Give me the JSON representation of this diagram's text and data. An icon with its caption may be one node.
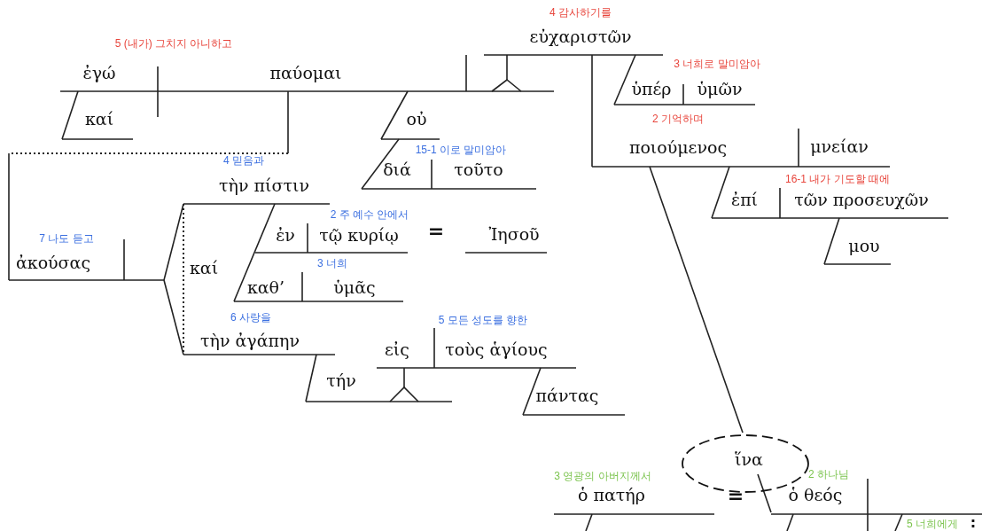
{
  "diagram": {
    "nodes": [
      {
        "text": [
          "εὐχαριστῶν"
        ],
        "beside": [
          "4 감사하기를"
        ]
      },
      {
        "text": [
          "ἐγώ"
        ],
        "beside": [
          "5 (내가) 그치지 아니하고"
        ]
      },
      {
        "text": [
          "παύομαι"
        ]
      },
      {
        "text": [
          "καί"
        ]
      },
      {
        "text": [
          "οὐ"
        ]
      },
      {
        "text": [
          "ὑπέρ"
        ],
        "beside": [
          "3 너희로 말미암아"
        ]
      },
      {
        "text": [
          "ὑμῶν"
        ]
      },
      {
        "text": [
          "διά"
        ],
        "beside": [
          "15-1 이로 말미암아"
        ]
      },
      {
        "text": [
          "τοῦτο"
        ]
      },
      {
        "text": [
          "ποιούμενος"
        ],
        "beside": [
          "2 기억하며"
        ]
      },
      {
        "text": [
          "μνείαν"
        ]
      },
      {
        "text": [
          "τὴν πίστιν"
        ],
        "beside": [
          "4 믿음과"
        ]
      },
      {
        "text": [
          "ἐπί"
        ]
      },
      {
        "text": [
          "τῶν προσευχῶν"
        ],
        "beside": [
          "16-1 내가 기도할 때에"
        ]
      },
      {
        "text": [
          "ἐν"
        ]
      },
      {
        "text": [
          "τῷ κυρίῳ"
        ],
        "beside": [
          "2 주 예수 안에서"
        ]
      },
      {
        "text": [
          "Ἰησοῦ"
        ]
      },
      {
        "text": [
          "ἀκούσας"
        ],
        "beside": [
          "7 나도 듣고"
        ]
      },
      {
        "text": [
          "καί"
        ]
      },
      {
        "text": [
          "μου"
        ]
      },
      {
        "text": [
          "καθ’"
        ]
      },
      {
        "text": [
          "ὑμᾶς"
        ],
        "beside": [
          "3 너희"
        ]
      },
      {
        "text": [
          "τὴν ἀγάπην"
        ],
        "beside": [
          "6 사랑을"
        ]
      },
      {
        "text": [
          "εἰς"
        ]
      },
      {
        "text": [
          "τοὺς ἁγίους"
        ],
        "beside": [
          "5 모든 성도를 향한"
        ]
      },
      {
        "text": [
          "τήν"
        ]
      },
      {
        "text": [
          "πάντας"
        ]
      },
      {
        "text": [
          "ἵνα"
        ]
      },
      {
        "text": [
          "ὁ πατήρ"
        ],
        "beside": [
          "3 영광의 아버지께서"
        ]
      },
      {
        "text": [
          "ὁ θεός"
        ]
      }
    ],
    "labels": [
      "=",
      "2 하나님",
      "=",
      "5 너희에게",
      ":"
    ]
  }
}
